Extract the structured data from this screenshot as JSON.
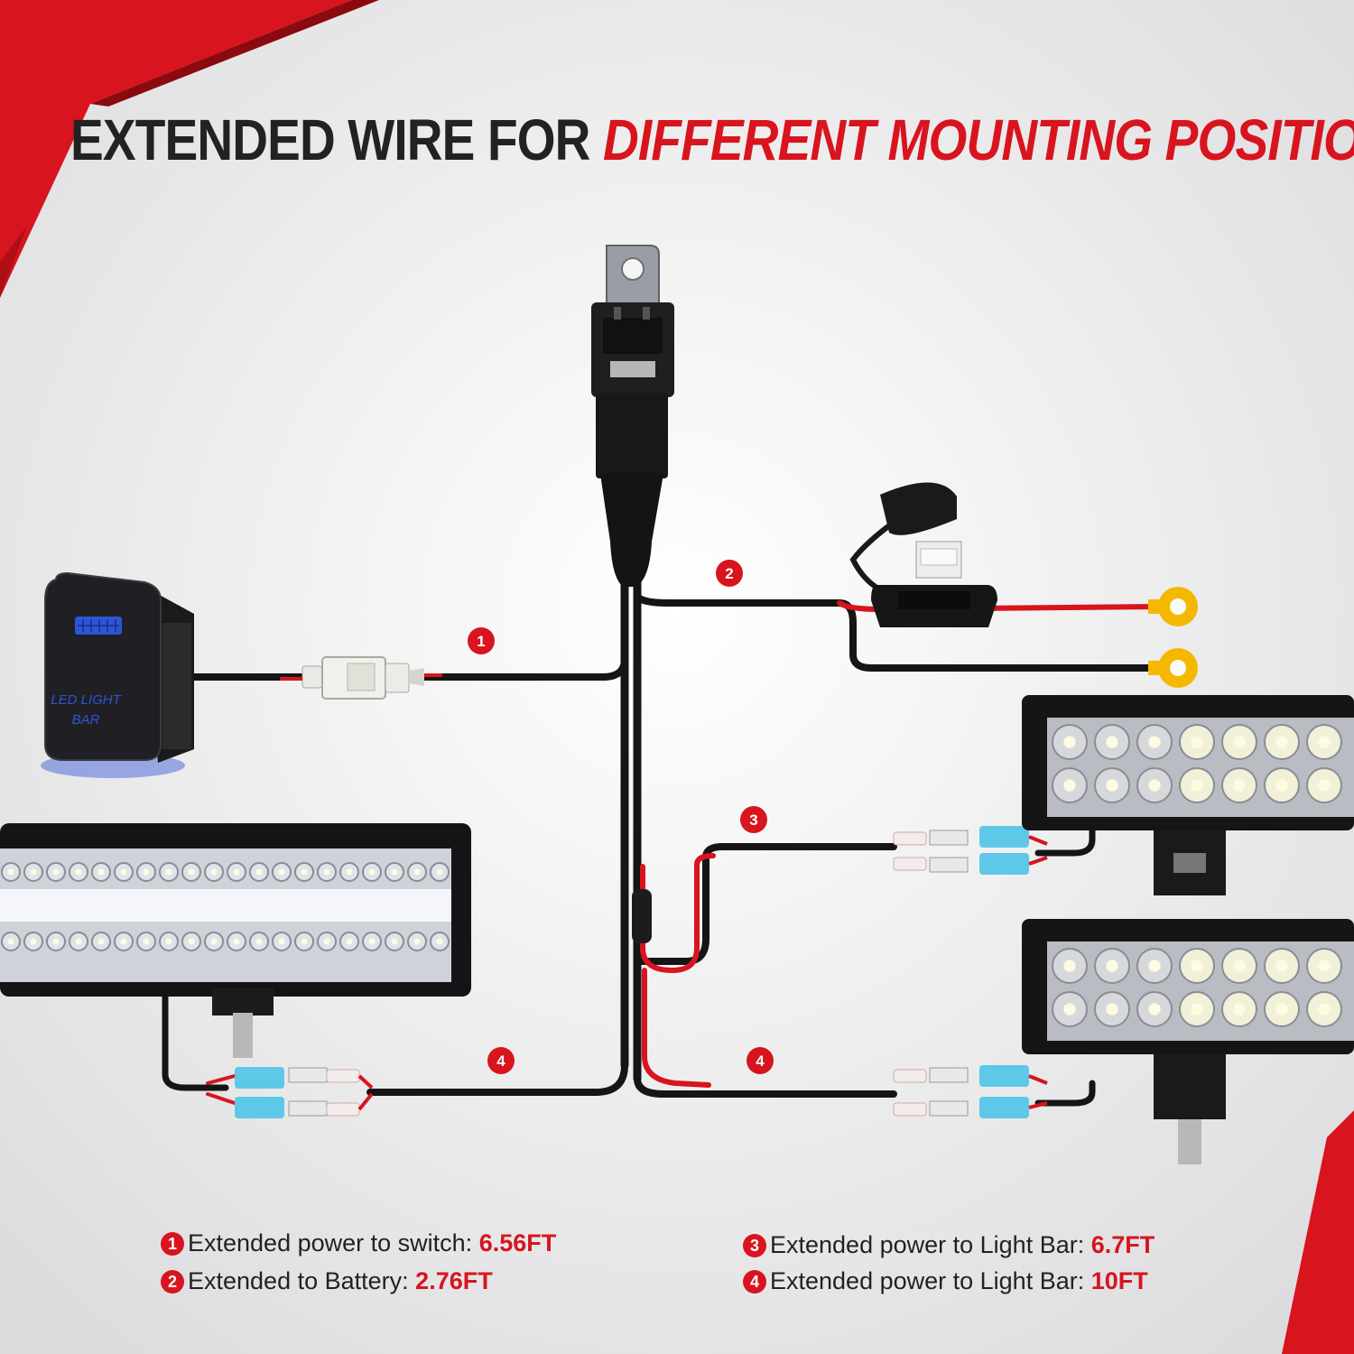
{
  "title": {
    "part1": "EXTENDED WIRE FOR",
    "part2": "DIFFERENT MOUNTING POSITION"
  },
  "switch": {
    "line1": "LED LIGHT",
    "line2": "BAR"
  },
  "wire_markers": [
    {
      "number": "1"
    },
    {
      "number": "2"
    },
    {
      "number": "3"
    },
    {
      "number": "4"
    },
    {
      "number": "4"
    }
  ],
  "legend": [
    {
      "number": "1",
      "label": "Extended power to switch:",
      "value": "6.56FT"
    },
    {
      "number": "2",
      "label": "Extended to Battery:",
      "value": "2.76FT"
    },
    {
      "number": "3",
      "label": "Extended power to Light Bar:",
      "value": "6.7FT"
    },
    {
      "number": "4",
      "label": "Extended power to Light Bar:",
      "value": "10FT"
    }
  ],
  "colors": {
    "accent_red": "#d8141e",
    "wire_black": "#151515",
    "switch_blue": "#2e54d8",
    "connector_blue": "#5ec8e8",
    "ring_terminal_yellow": "#f5b800"
  }
}
